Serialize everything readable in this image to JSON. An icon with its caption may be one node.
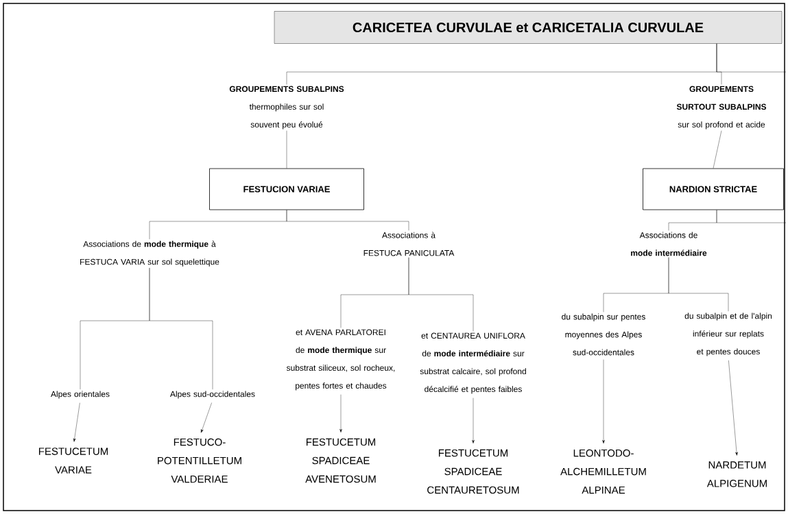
{
  "diagram": {
    "nodes": [
      {
        "text": [
          "CARICETEA CURVULAE et CARICETALIA CURVULAE"
        ]
      },
      {
        "text": [
          "**GROUPEMENTS SUBALPINS** thermophiles sur sol souvent peu évolué"
        ]
      },
      {
        "text": [
          "**GROUPEMENTS SURTOUT SUBALPINS** sur sol profond et acide"
        ]
      },
      {
        "text": [
          "FESTUCION VARIAE"
        ]
      },
      {
        "text": [
          "NARDION STRICTAE"
        ]
      },
      {
        "text": [
          "Associations de **mode thermique** à FESTUCA VARIA sur sol squelettique"
        ]
      },
      {
        "text": [
          "Associations à FESTUCA PANICULATA"
        ]
      },
      {
        "text": [
          "Associations de **mode intermédiaire**"
        ]
      },
      {
        "text": [
          "Alpes orientales"
        ]
      },
      {
        "text": [
          "Alpes sud-occidentales"
        ]
      },
      {
        "text": [
          "et AVENA PARLATOREI de **mode thermique** sur substrat siliceux, sol rocheux, pentes fortes et chaudes"
        ]
      },
      {
        "text": [
          "et CENTAUREA UNIFLORA de **mode intermédiaire** sur substrat calcaire, sol profond décalcifié et pentes faibles"
        ]
      },
      {
        "text": [
          "du subalpin sur pentes moyennes des Alpes sud-occidentales"
        ]
      },
      {
        "text": [
          "du subalpin et de l'alpin inférieur sur replats et pentes douces"
        ]
      },
      {
        "text": [
          "FESTUCETUM VARIAE"
        ]
      },
      {
        "text": [
          "FESTUCO- POTENTILLETUM VALDERIAE"
        ]
      },
      {
        "text": [
          "FESTUCETUM SPADICEAE AVENETOSUM"
        ]
      },
      {
        "text": [
          "FESTUCETUM SPADICEAE CENTAURETOSUM"
        ]
      },
      {
        "text": [
          "LEONTODO- ALCHEMILLETUM ALPINAE"
        ]
      },
      {
        "text": [
          "NARDETUM ALPIGENUM"
        ]
      }
    ],
    "edges": [
      {
        "from": 0,
        "to": 1,
        "arrow": "none"
      },
      {
        "from": 0,
        "to": 2,
        "arrow": "none"
      },
      {
        "from": 0,
        "to": null,
        "arrow": "none"
      },
      {
        "from": 1,
        "to": 3,
        "arrow": "none"
      },
      {
        "from": 2,
        "to": 4,
        "arrow": "none"
      },
      {
        "from": 3,
        "to": 5,
        "arrow": "none"
      },
      {
        "from": 3,
        "to": 6,
        "arrow": "none"
      },
      {
        "from": 4,
        "to": 7,
        "arrow": "none"
      },
      {
        "from": 4,
        "to": null,
        "arrow": "none"
      },
      {
        "from": 5,
        "to": 8,
        "arrow": "none"
      },
      {
        "from": 5,
        "to": 9,
        "arrow": "none"
      },
      {
        "from": 6,
        "to": 10,
        "arrow": "none"
      },
      {
        "from": 6,
        "to": 11,
        "arrow": "none"
      },
      {
        "from": 7,
        "to": 12,
        "arrow": "none"
      },
      {
        "from": 7,
        "to": 13,
        "arrow": "none"
      },
      {
        "from": 8,
        "to": 14,
        "arrow": "to"
      },
      {
        "from": 9,
        "to": 15,
        "arrow": "to"
      },
      {
        "from": 10,
        "to": 16,
        "arrow": "to"
      },
      {
        "from": 11,
        "to": 17,
        "arrow": "to"
      },
      {
        "from": 12,
        "to": 18,
        "arrow": "to"
      },
      {
        "from": 13,
        "to": 19,
        "arrow": "to"
      }
    ]
  }
}
